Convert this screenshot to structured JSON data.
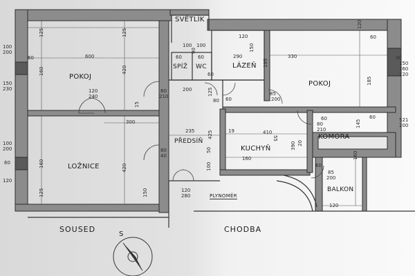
{
  "rooms": {
    "svetlik": "SVĚTLÍK",
    "spiz": "SPÍŽ",
    "wc": "WC",
    "lazen": "LÁZEŇ",
    "pokoj_left": "POKOJ",
    "pokoj_right": "POKOJ",
    "predsin": "PŘEDSÍŇ",
    "kuchyn": "KUCHYŇ",
    "komora": "KOMORA",
    "loznice": "LOŽNICE",
    "balkon": "BALKON",
    "plynomer": "PLYNOMĚR",
    "soused": "SOUSED",
    "chodba": "CHODBA",
    "compass_s": "S"
  },
  "dimensions": {
    "d_125_top": "125",
    "d_600": "600",
    "d_160_a": "160",
    "d_420_a": "420",
    "d_125_b": "125",
    "d_100_a": "100",
    "d_200_a": "200",
    "d_150_a": "150",
    "d_230_a": "230",
    "d_60_a": "60",
    "d_120_a": "120",
    "d_240_a": "240",
    "d_15_a": "15",
    "d_300": "300",
    "d_160_b": "160",
    "d_420_b": "420",
    "d_125_c": "125",
    "d_150_b": "150",
    "d_100_b": "100",
    "d_200_b": "200",
    "d_60_b": "60",
    "d_120_b": "120",
    "d_90": "90",
    "d_290": "290",
    "d_235": "235",
    "d_425": "425",
    "d_125_d": "125",
    "d_60_c": "60",
    "d_80_a": "80",
    "d_210_a": "210",
    "d_60_d": "60",
    "d_200_c": "200",
    "d_150_c": "150",
    "d_330": "330",
    "d_120_c": "120",
    "d_195": "195",
    "d_85": "85",
    "d_410": "410",
    "d_19": "19",
    "d_160_c": "160",
    "d_390": "390",
    "d_55": "55",
    "d_60_e": "60",
    "d_80_b": "80",
    "d_210_b": "210",
    "d_145": "145",
    "d_60_f": "60",
    "d_30_a": "30",
    "d_150_d": "150",
    "d_160_d": "160",
    "d_220": "220",
    "d_185": "185",
    "d_60_g": "60",
    "d_120_d": "120",
    "d_521": "521",
    "d_200_d": "200",
    "d_85_b": "85",
    "d_200_e": "200",
    "d_160_e": "160",
    "d_120_e": "120",
    "d_100_c": "100",
    "d_120_f": "120",
    "d_280": "280",
    "d_50": "50",
    "d_100_d": "100",
    "d_100_e": "100",
    "d_80_c": "80",
    "d_40": "40",
    "d_60_h": "60",
    "d_80_d": "80",
    "d_200_f": "200",
    "d_20": "20",
    "d_60_i": "60",
    "d_60_j": "60"
  }
}
